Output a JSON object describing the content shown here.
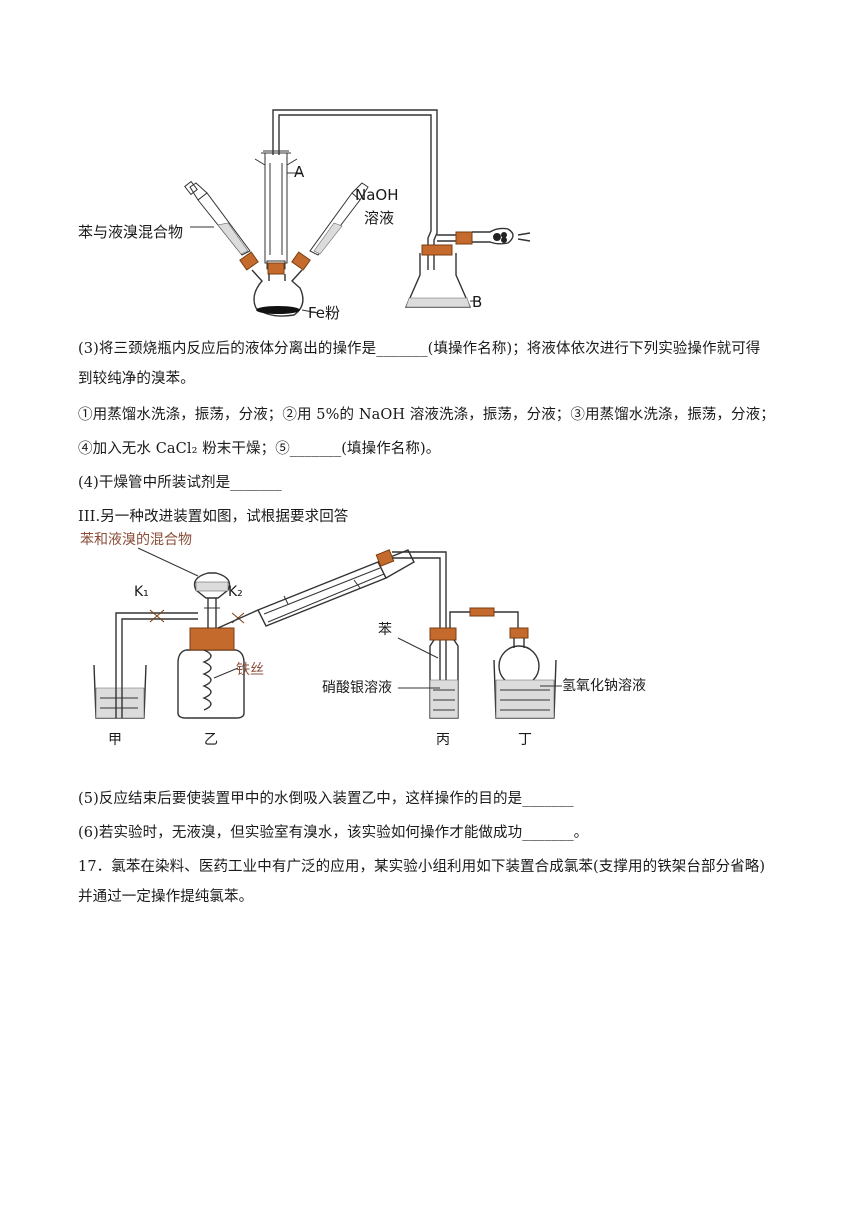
{
  "figure1": {
    "label_a": "A",
    "label_mixture": "苯与液溴混合物",
    "label_naoh": "NaOH",
    "label_naoh_solution": "溶液",
    "label_fe": "Fe粉",
    "label_b": "B"
  },
  "q3": {
    "line1": "(3)将三颈烧瓶内反应后的液体分离出的操作是_______(填操作名称)；将液体依次进行下列实验操作就可得",
    "line2": "到较纯净的溴苯。",
    "line3": "①用蒸馏水洗涤，振荡，分液；②用 5%的 NaOH 溶液洗涤，振荡，分液；③用蒸馏水洗涤，振荡，分液；",
    "line4": "④加入无水 CaCl₂ 粉末干燥；⑤_______(填操作名称)。"
  },
  "q4": {
    "line1": "(4)干燥管中所装试剂是_______"
  },
  "section3": {
    "intro": "III.另一种改进装置如图，试根据要求回答"
  },
  "figure2": {
    "label_mixture": "苯和液溴的混合物",
    "label_k1": "K₁",
    "label_k2": "K₂",
    "label_iron_wire": "铁丝",
    "label_benzene": "苯",
    "label_silver_nitrate": "硝酸银溶液",
    "label_sodium_hydroxide": "氢氧化钠溶液",
    "label_jia": "甲",
    "label_yi": "乙",
    "label_bing": "丙",
    "label_ding": "丁"
  },
  "q5": {
    "line1": "(5)反应结束后要使装置甲中的水倒吸入装置乙中，这样操作的目的是_______"
  },
  "q6": {
    "line1": "(6)若实验时，无液溴，但实验室有溴水，该实验如何操作才能做成功_______。"
  },
  "q17": {
    "line1": "17．氯苯在染料、医药工业中有广泛的应用，某实验小组利用如下装置合成氯苯(支撑用的铁架台部分省略)",
    "line2": "并通过一定操作提纯氯苯。"
  }
}
